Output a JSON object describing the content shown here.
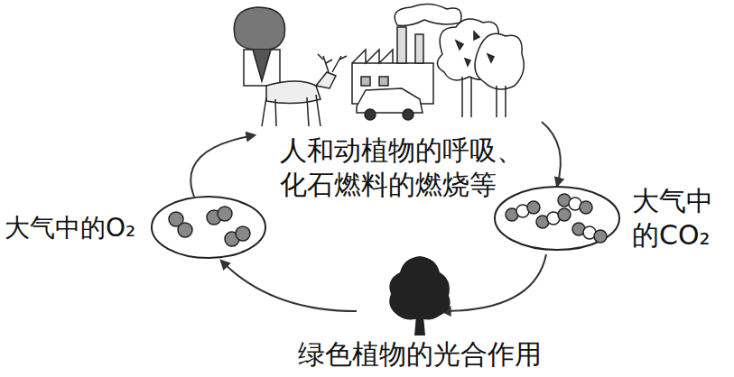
{
  "diagram": {
    "nodes": [
      {
        "text": [
          "大气中的O₂"
        ]
      },
      {
        "text": [
          "人和动植物的呼吸、 化石燃料的燃烧等"
        ]
      },
      {
        "text": [
          "大气中 的CO₂"
        ]
      },
      {
        "text": [
          "绿色植物的光合作用"
        ]
      }
    ],
    "edges": [
      {
        "from": 0,
        "to": 1,
        "arrow": "to"
      },
      {
        "from": 1,
        "to": 2,
        "arrow": "to"
      },
      {
        "from": 2,
        "to": 3,
        "arrow": "to"
      },
      {
        "from": 3,
        "to": 0,
        "arrow": "to"
      }
    ]
  }
}
